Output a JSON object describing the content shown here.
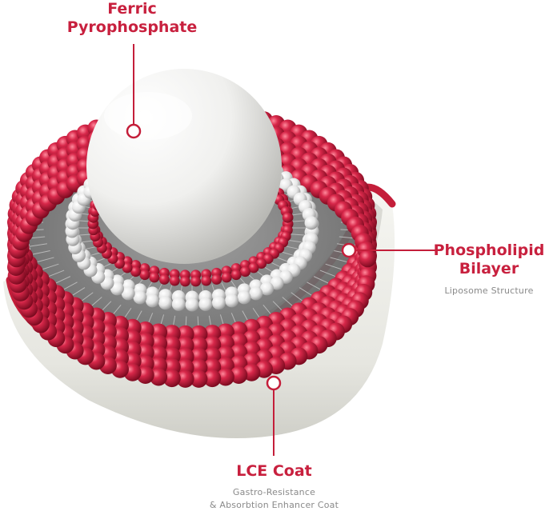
{
  "labels": {
    "ferric": {
      "line1": "Ferric",
      "line2": "Pyrophosphate"
    },
    "phospholipid": {
      "line1": "Phospholipid",
      "line2": "Bilayer",
      "sub": "Liposome Structure"
    },
    "lce": {
      "title": "LCE Coat",
      "sub_line1": "Gastro-Resistance",
      "sub_line2": "& Absorbtion Enhancer Coat"
    }
  },
  "colors": {
    "accent": "#c8203e",
    "bead_red": "#c41e3a",
    "bead_white": "#ececec",
    "core": "#f4f4f4",
    "coat": "#e8e8e3",
    "muted_text": "#8a8a8a"
  }
}
